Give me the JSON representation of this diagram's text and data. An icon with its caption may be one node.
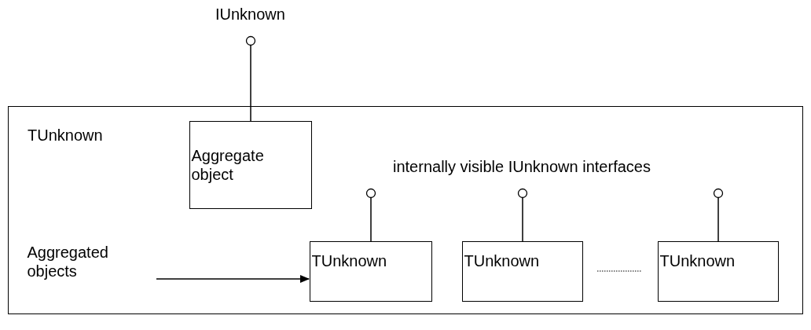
{
  "diagram": {
    "nodes": [
      {
        "text": [
          "TUnknown"
        ]
      },
      {
        "text": [
          "IUnknown"
        ]
      },
      {
        "text": [
          "Aggregate object"
        ],
        "in": 0
      },
      {
        "text": [
          "Aggregated objects"
        ],
        "in": 0
      },
      {
        "text": [
          "TUnknown"
        ],
        "in": 0
      },
      {
        "text": [
          "TUnknown"
        ],
        "in": 0
      },
      {
        "text": [
          "TUnknown"
        ],
        "in": 0
      }
    ],
    "edges": [
      {
        "from": 2,
        "to": 1,
        "arrow": "other"
      },
      {
        "from": 3,
        "to": 4,
        "arrow": "to"
      },
      {
        "from": 4,
        "to": null,
        "arrow": "other"
      },
      {
        "from": 5,
        "to": null,
        "arrow": "other"
      },
      {
        "from": 6,
        "to": null,
        "arrow": "other"
      }
    ],
    "labels": [
      "internally visible IUnknown interfaces"
    ]
  }
}
